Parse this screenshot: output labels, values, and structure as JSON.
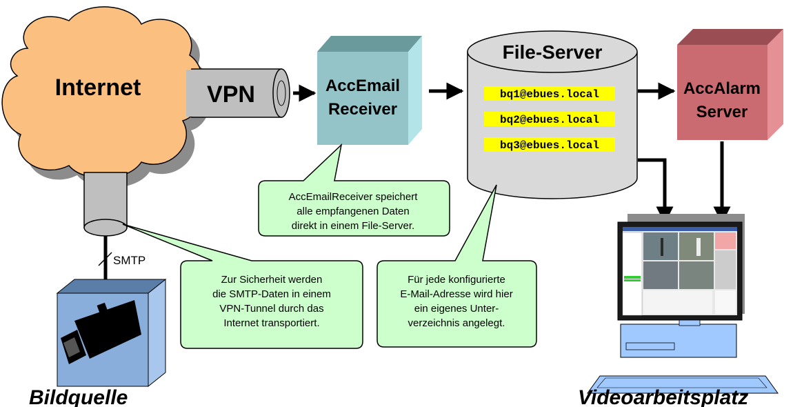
{
  "cloud": {
    "label": "Internet"
  },
  "tunnel": {
    "label": "VPN"
  },
  "receiver": {
    "line1": "AccEmail",
    "line2": "Receiver"
  },
  "fileserver": {
    "title": "File-Server",
    "mailboxes": [
      "bq1@ebues.local",
      "bq2@ebues.local",
      "bq3@ebues.local"
    ],
    "highlight_color": "#ffff00"
  },
  "alarm": {
    "line1": "AccAlarm",
    "line2": "Server"
  },
  "link": {
    "label": "SMTP"
  },
  "callouts": {
    "receiver": [
      "AccEmailReceiver speichert",
      "alle empfangenen Daten",
      "direkt in einem File-Server."
    ],
    "vpn": [
      "Zur Sicherheit werden",
      "die SMTP-Daten in einem",
      "VPN-Tunnel durch das",
      "Internet transportiert."
    ],
    "fileserver": [
      "Für jede konfigurierte",
      "E-Mail-Adresse wird hier",
      "ein eigenes Unter-",
      "verzeichnis angelegt."
    ]
  },
  "captions": {
    "source": "Bildquelle",
    "workstation": "Videoarbeitsplatz"
  },
  "colors": {
    "cloud": "#fbbf7f",
    "tunnel": "#bfbfbf",
    "receiver_front": "#94c4c8",
    "receiver_top": "#6b9a9d",
    "receiver_side": "#b3e4e8",
    "alarm_front": "#c96b70",
    "alarm_top": "#9a4d52",
    "alarm_side": "#e49094",
    "camera_box": "#8aaedc",
    "callout": "#ccffcc",
    "monitor_bezel": "#1a1a1a",
    "keyboard": "#9fc9ff"
  }
}
